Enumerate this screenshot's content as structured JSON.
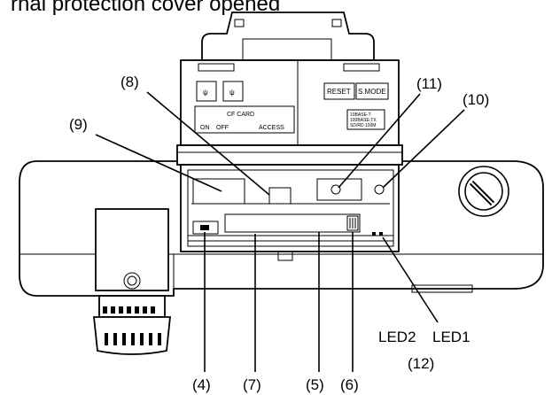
{
  "title": "rnal protection cover opened",
  "panel": {
    "usb_symbol": "ψ",
    "cf_card": "CF CARD",
    "on": "ON",
    "off": "OFF",
    "access": "ACCESS",
    "reset": "RESET",
    "smode": "S.MODE",
    "net1": "10BASE-T",
    "net2": "100BASE-TX",
    "net3": "SD/RD  100M"
  },
  "callouts": {
    "c4": "(4)",
    "c5": "(5)",
    "c6": "(6)",
    "c7": "(7)",
    "c8": "(8)",
    "c9": "(9)",
    "c10": "(10)",
    "c11": "(11)",
    "c12": "(12)",
    "led2": "LED2",
    "led1": "LED1"
  }
}
